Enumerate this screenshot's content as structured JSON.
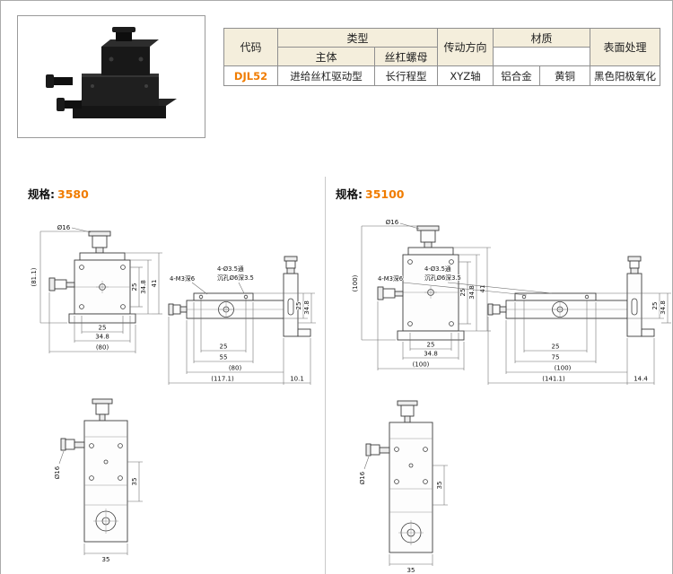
{
  "page": {
    "accent_color": "#f07c00",
    "border_color": "#ababab"
  },
  "product_table": {
    "header": {
      "code": "代码",
      "type": "类型",
      "drive_direction": "传动方向",
      "material": "材质",
      "material_body": "主体",
      "material_nut": "丝杠螺母",
      "surface_treatment": "表面处理"
    },
    "row": {
      "code": "DJL52",
      "type_drive": "进给丝杠驱动型",
      "type_stroke": "长行程型",
      "drive_direction": "XYZ轴",
      "material_body": "铝合金",
      "material_nut": "黄铜",
      "surface_treatment": "黑色阳极氧化"
    }
  },
  "spec_3580": {
    "label": "规格:",
    "value": "3580",
    "front": {
      "dia_knob": "Ø16",
      "overall_height": "(81.1)",
      "hole_pitch_v": "25",
      "stage_v": "34.8",
      "stage_height": "41",
      "hole_pitch_h": "25",
      "stage_h": "34.8",
      "overall_width": "(80)"
    },
    "side": {
      "note_tap": "4-M3深6",
      "note_through": "4-Ø3.5通",
      "note_cbore": "沉孔Ø6深3.5",
      "hole_pitch_v": "25",
      "stage_v": "34.8",
      "hole_pitch_h": "25",
      "stage_len": "55",
      "rail_len": "(80)",
      "total_len": "(117.1)",
      "overhang": "10.1"
    },
    "plan": {
      "dia_knob": "Ø16",
      "width_v": "35",
      "width_h": "35"
    }
  },
  "spec_35100": {
    "label": "规格:",
    "value": "35100",
    "front": {
      "dia_knob": "Ø16",
      "overall_height": "(100)",
      "hole_pitch_v": "25",
      "stage_v": "34.8",
      "stage_height": "41",
      "hole_pitch_h": "25",
      "stage_h": "34.8",
      "overall_width": "(100)"
    },
    "side": {
      "note_tap": "4-M3深6",
      "note_through": "4-Ø3.5通",
      "note_cbore": "沉孔Ø6深3.5",
      "hole_pitch_v": "25",
      "stage_v": "34.8",
      "hole_pitch_h": "25",
      "stage_len": "75",
      "rail_len": "(100)",
      "total_len": "(141.1)",
      "overhang": "14.4"
    },
    "plan": {
      "dia_knob": "Ø16",
      "width_v": "35",
      "width_h": "35"
    }
  }
}
